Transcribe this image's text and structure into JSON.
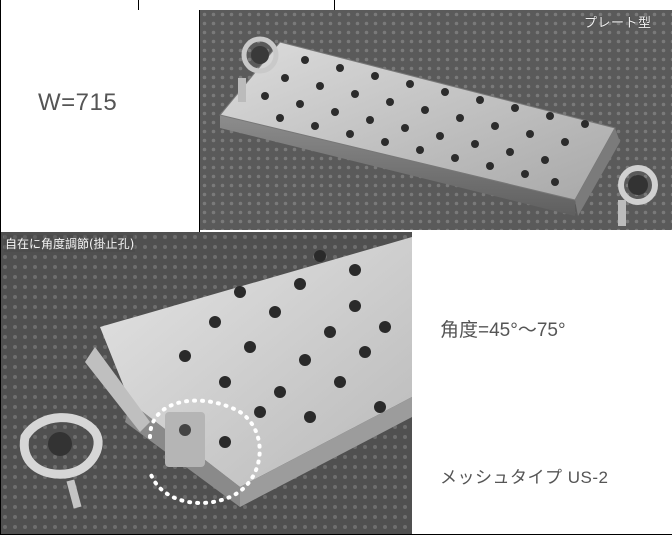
{
  "labels": {
    "plate_type": "プレート型",
    "width": "W=715",
    "adjust": "自在に角度調節(掛止孔)",
    "angle": "角度=45°～75°",
    "mesh": "メッシュタイプ US-2"
  },
  "colors": {
    "background": "#ffffff",
    "photo_dark": "#4a4a4a",
    "photo_light": "#d0d0d0",
    "text_gray": "#555555"
  }
}
